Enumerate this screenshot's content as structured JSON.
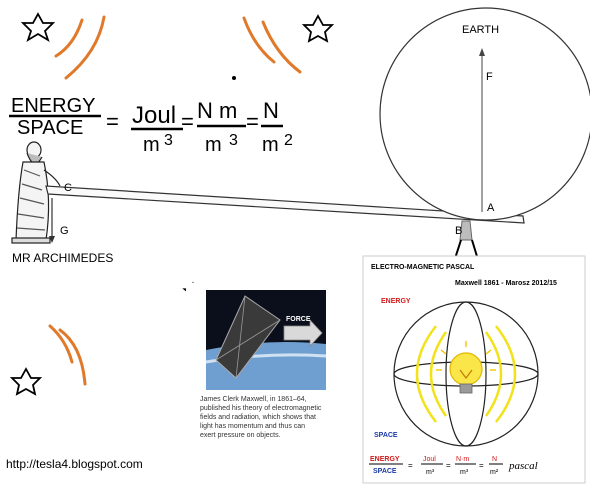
{
  "equation": {
    "numerator": "ENERGY",
    "denominator": "SPACE",
    "equals": "=",
    "joul": "Joul",
    "m": "m",
    "cube": "3",
    "nm": "N m",
    "n": "N",
    "square": "2"
  },
  "archimedes": {
    "label": "MR  ARCHIMEDES",
    "point_c": "C",
    "point_g": "G"
  },
  "earth": {
    "label": "EARTH",
    "force": "F",
    "point_a": "A",
    "point_b": "B"
  },
  "sail_panel": {
    "force_label": "FORCE",
    "caption": [
      "James Clerk Maxwell, in 1861–64,",
      "published his theory of electromagnetic",
      "fields and radiation, which shows that",
      "light has momentum and thus can",
      "exert pressure on objects."
    ]
  },
  "pascal_panel": {
    "title": "ELECTRO-MAGNETIC PASCAL",
    "subtitle": "Maxwell 1861 - Marosz 2012/15",
    "energy": "ENERGY",
    "space": "SPACE",
    "f_energy": "ENERGY",
    "f_space": "SPACE",
    "f_joul": "Joul",
    "f_m3": "m³",
    "f_nm": "N·m",
    "f_n": "N",
    "f_m2": "m²",
    "pascal": "pascal"
  },
  "footer": {
    "url": "http://tesla4.blogspot.com"
  },
  "colors": {
    "orange": "#e07a2a",
    "yellow": "#f2e21a",
    "red": "#d01818",
    "blue": "#1a3aa8",
    "sky": "#6e9fd0"
  }
}
